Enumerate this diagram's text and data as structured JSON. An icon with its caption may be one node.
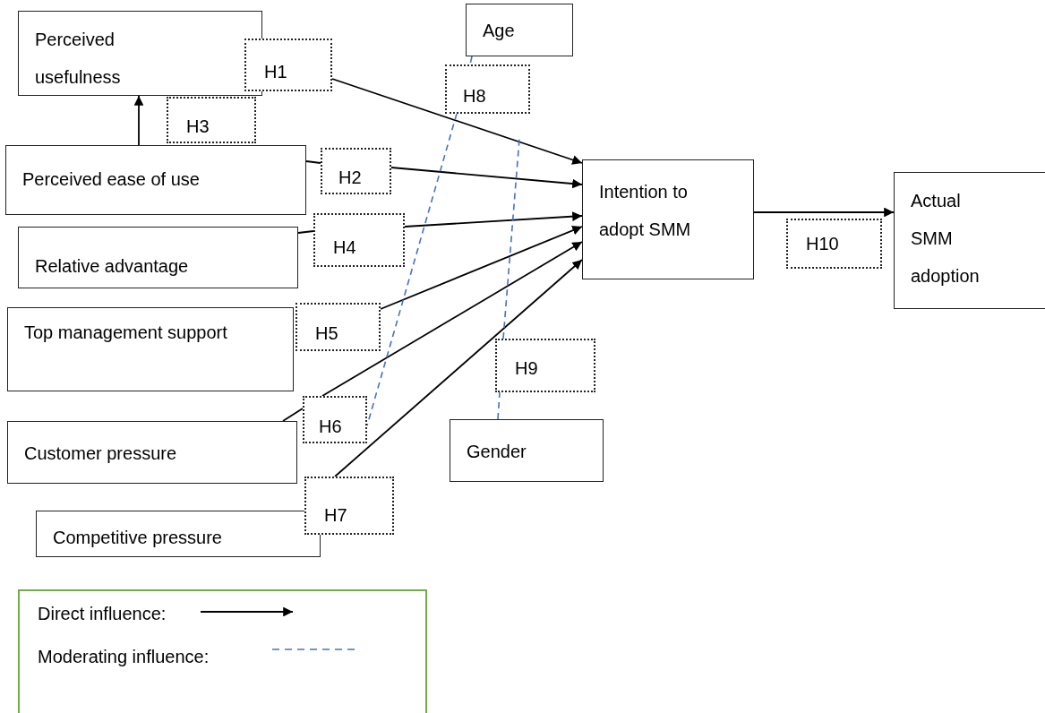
{
  "diagram": {
    "nodes": [
      {
        "text": [
          "Perceived usefulness"
        ]
      },
      {
        "text": [
          "Perceived ease of use"
        ]
      },
      {
        "text": [
          "Relative advantage"
        ]
      },
      {
        "text": [
          "Top management support"
        ]
      },
      {
        "text": [
          "Customer pressure"
        ]
      },
      {
        "text": [
          "Competitive pressure"
        ]
      },
      {
        "text": [
          "Intention to adopt SMM"
        ]
      },
      {
        "text": [
          "Actual SMM adoption"
        ]
      },
      {
        "text": [
          "Age"
        ]
      },
      {
        "text": [
          "Gender"
        ]
      },
      {
        "text": [
          "H1"
        ]
      },
      {
        "text": [
          "H2"
        ]
      },
      {
        "text": [
          "H3"
        ]
      },
      {
        "text": [
          "H4"
        ]
      },
      {
        "text": [
          "H5"
        ]
      },
      {
        "text": [
          "H6"
        ]
      },
      {
        "text": [
          "H7"
        ]
      },
      {
        "text": [
          "H8"
        ]
      },
      {
        "text": [
          "H9"
        ]
      },
      {
        "text": [
          "H10"
        ]
      }
    ],
    "edges": [
      {
        "from": 10,
        "to": 6,
        "arrow": "to"
      },
      {
        "from": 1,
        "to": 0,
        "arrow": "to"
      },
      {
        "from": 1,
        "to": 11,
        "arrow": "none"
      },
      {
        "from": 11,
        "to": 6,
        "arrow": "to"
      },
      {
        "from": 2,
        "to": 13,
        "arrow": "none"
      },
      {
        "from": 13,
        "to": 6,
        "arrow": "to"
      },
      {
        "from": 14,
        "to": 6,
        "arrow": "to"
      },
      {
        "from": 4,
        "to": 15,
        "arrow": "none"
      },
      {
        "from": 15,
        "to": 6,
        "arrow": "to"
      },
      {
        "from": 16,
        "to": 6,
        "arrow": "to"
      },
      {
        "from": 6,
        "to": 7,
        "arrow": "to"
      },
      {
        "from": 8,
        "to": 17,
        "arrow": "none",
        "style": "dashed",
        "color": "#4472c4"
      },
      {
        "from": 17,
        "to": 15,
        "arrow": "none",
        "style": "dashed",
        "color": "#4472c4"
      },
      {
        "from": 9,
        "to": 18,
        "arrow": "none",
        "style": "dashed",
        "color": "#4472c4"
      },
      {
        "from": 18,
        "to": null,
        "arrow": "none",
        "style": "dashed",
        "color": "#4472c4"
      }
    ],
    "legend": [
      {
        "text": "Direct influence:"
      },
      {
        "text": "Moderating influence:"
      }
    ]
  }
}
